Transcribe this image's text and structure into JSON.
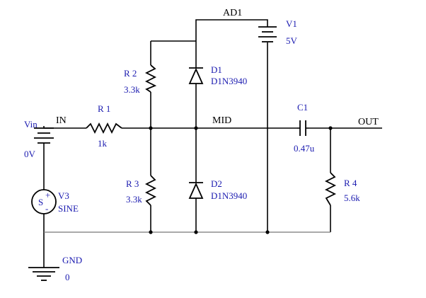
{
  "nets": {
    "in": "IN",
    "mid": "MID",
    "out": "OUT",
    "ad1": "AD1",
    "gnd": "GND",
    "gnd_node": "0"
  },
  "components": {
    "vin": {
      "name": "Vin",
      "value": "0V"
    },
    "v1": {
      "name": "V1",
      "value": "5V"
    },
    "v3": {
      "name": "V3",
      "value": "SINE",
      "plus": "+",
      "minus": "-",
      "sine_symbol": "S"
    },
    "r1": {
      "name": "R 1",
      "value": "1k"
    },
    "r2": {
      "name": "R 2",
      "value": "3.3k"
    },
    "r3": {
      "name": "R 3",
      "value": "3.3k"
    },
    "r4": {
      "name": "R 4",
      "value": "5.6k"
    },
    "c1": {
      "name": "C1",
      "value": "0.47u"
    },
    "d1": {
      "name": "D1",
      "value": "D1N3940"
    },
    "d2": {
      "name": "D2",
      "value": "D1N3940"
    }
  },
  "colors": {
    "wire": "#000000",
    "label": "#1b1bb0",
    "ground_rail": "#777777"
  }
}
